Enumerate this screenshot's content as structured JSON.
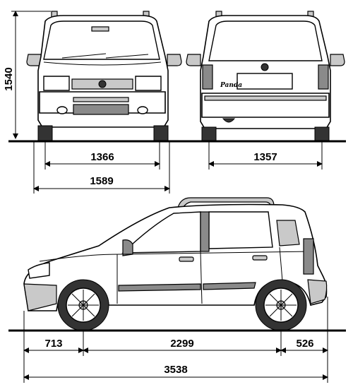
{
  "dimensions": {
    "height": "1540",
    "front_track": "1366",
    "rear_track": "1357",
    "width": "1589",
    "front_overhang": "713",
    "wheelbase": "2299",
    "rear_overhang": "526",
    "length": "3538"
  },
  "badge": {
    "model_name": "Panda"
  }
}
